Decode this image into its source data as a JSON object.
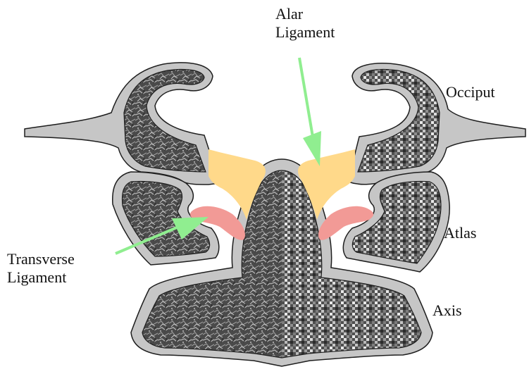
{
  "labels": {
    "alar": [
      "Alar",
      "Ligament"
    ],
    "occiput": "Occiput",
    "atlas": "Atlas",
    "transverse": [
      "Transverse",
      "Ligament"
    ],
    "axis": "Axis"
  },
  "colors": {
    "bone_dark": "#3f3f3f",
    "bone_texture_light": "#b8b8b8",
    "cortical_gray": "#c6c6c6",
    "outline": "#1e1e1e",
    "alar_ligament": "#ffd98a",
    "transverse_ligament": "#f29a96",
    "pointer_arrow": "#90ee90"
  }
}
